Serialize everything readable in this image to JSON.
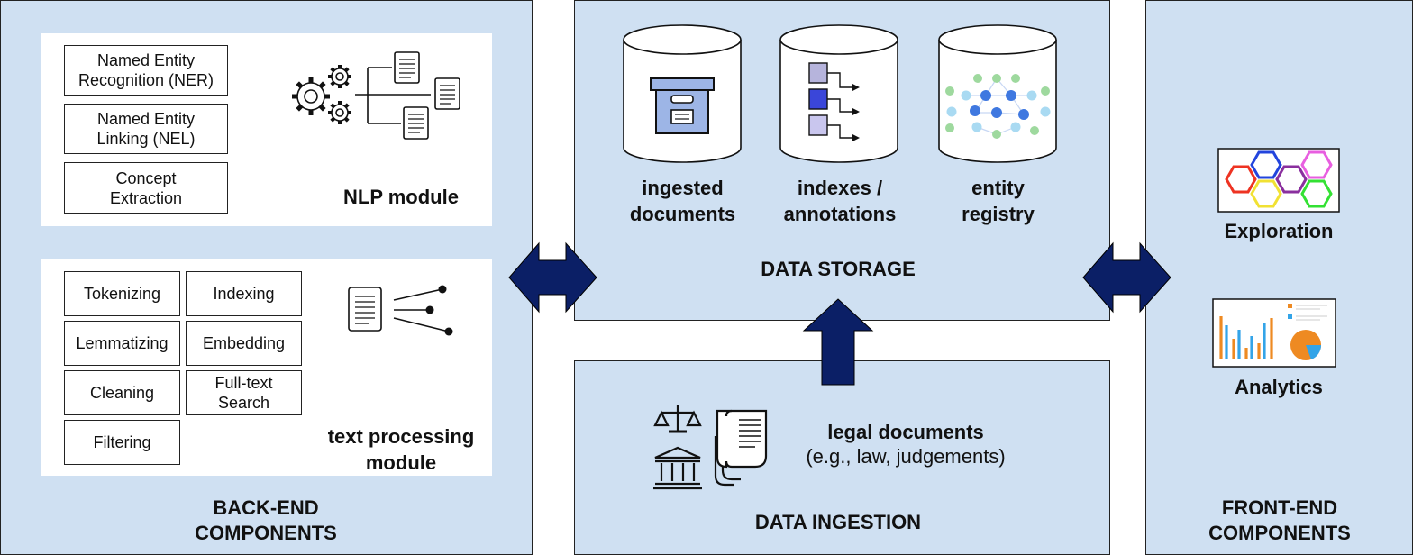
{
  "backend": {
    "title": "BACK-END\nCOMPONENTS",
    "nlp": {
      "title": "NLP module",
      "items": [
        "Named Entity\nRecognition (NER)",
        "Named Entity\nLinking (NEL)",
        "Concept\nExtraction"
      ]
    },
    "text_processing": {
      "title": "text processing\nmodule",
      "items": [
        "Tokenizing",
        "Indexing",
        "Lemmatizing",
        "Embedding",
        "Cleaning",
        "Full-text\nSearch",
        "Filtering"
      ]
    }
  },
  "storage": {
    "title": "DATA STORAGE",
    "stores": [
      "ingested\ndocuments",
      "indexes /\nannotations",
      "entity\nregistry"
    ]
  },
  "ingestion": {
    "title": "DATA INGESTION",
    "source_title": "legal documents",
    "source_subtitle": "(e.g., law, judgements)"
  },
  "frontend": {
    "title": "FRONT-END\nCOMPONENTS",
    "exploration": "Exploration",
    "analytics": "Analytics"
  },
  "colors": {
    "panel_bg": "#cfe0f2",
    "arrow": "#0b1f66",
    "archive_blue": "#9db5e6"
  }
}
